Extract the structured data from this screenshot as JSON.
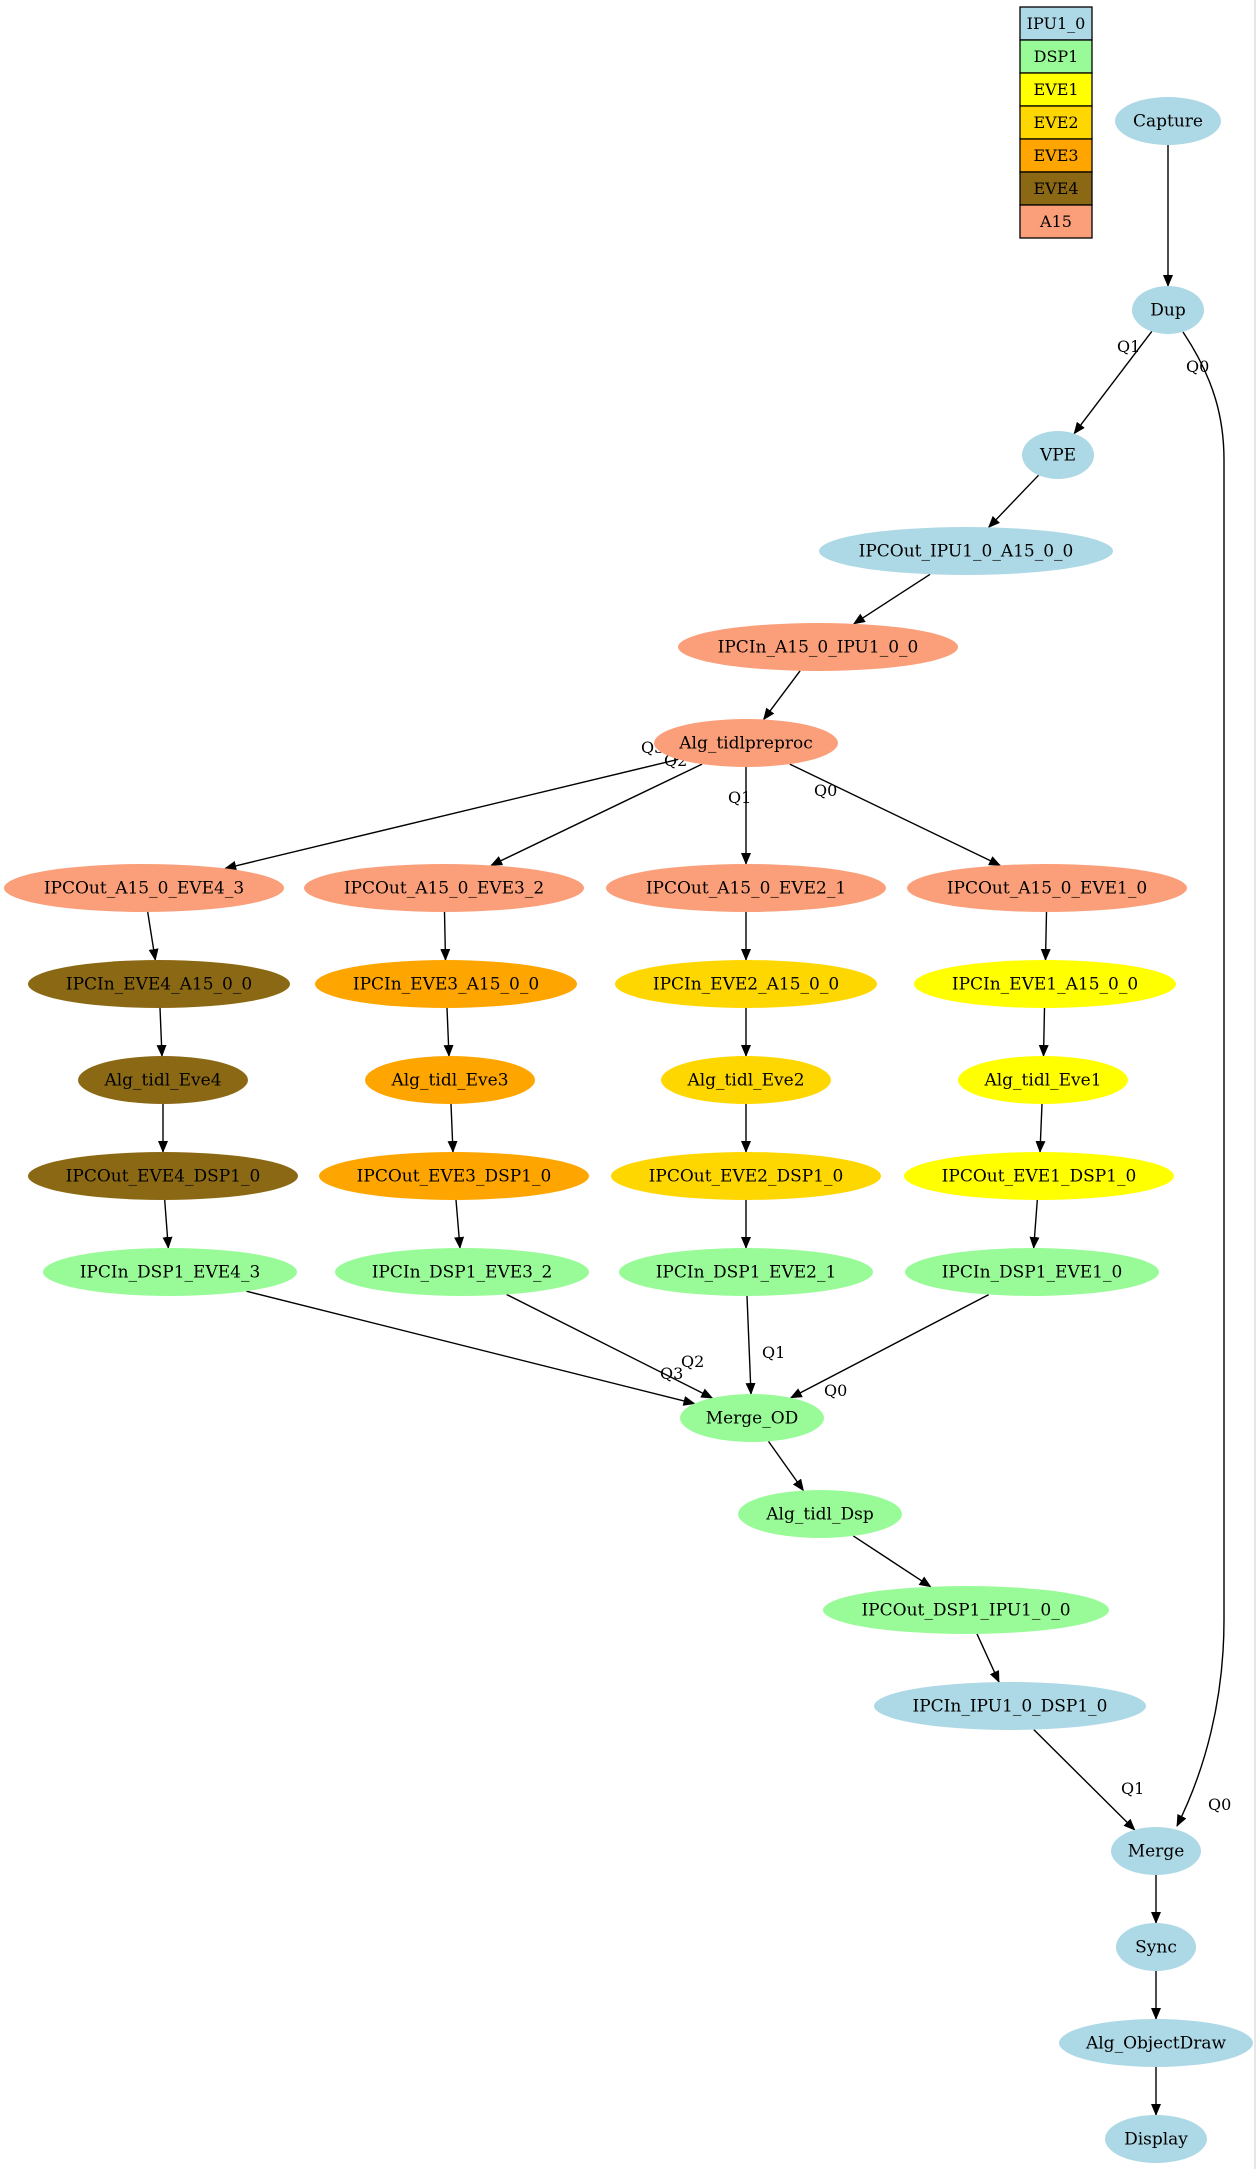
{
  "legend": [
    {
      "label": "IPU1_0",
      "color": "#add8e6"
    },
    {
      "label": "DSP1",
      "color": "#98fb98"
    },
    {
      "label": "EVE1",
      "color": "#ffff00"
    },
    {
      "label": "EVE2",
      "color": "#ffd700"
    },
    {
      "label": "EVE3",
      "color": "#ffa500"
    },
    {
      "label": "EVE4",
      "color": "#8b6914"
    },
    {
      "label": "A15",
      "color": "#fa9f7a"
    }
  ],
  "nodes": [
    {
      "id": "capture",
      "label": "Capture",
      "core": "IPU1_0"
    },
    {
      "id": "dup",
      "label": "Dup",
      "core": "IPU1_0"
    },
    {
      "id": "vpe",
      "label": "VPE",
      "core": "IPU1_0"
    },
    {
      "id": "ipcout_ipu1_a15",
      "label": "IPCOut_IPU1_0_A15_0_0",
      "core": "IPU1_0"
    },
    {
      "id": "ipcin_a15_ipu1",
      "label": "IPCIn_A15_0_IPU1_0_0",
      "core": "A15"
    },
    {
      "id": "alg_preproc",
      "label": "Alg_tidlpreproc",
      "core": "A15"
    },
    {
      "id": "ipcout_a15_eve4",
      "label": "IPCOut_A15_0_EVE4_3",
      "core": "A15"
    },
    {
      "id": "ipcout_a15_eve3",
      "label": "IPCOut_A15_0_EVE3_2",
      "core": "A15"
    },
    {
      "id": "ipcout_a15_eve2",
      "label": "IPCOut_A15_0_EVE2_1",
      "core": "A15"
    },
    {
      "id": "ipcout_a15_eve1",
      "label": "IPCOut_A15_0_EVE1_0",
      "core": "A15"
    },
    {
      "id": "ipcin_eve4",
      "label": "IPCIn_EVE4_A15_0_0",
      "core": "EVE4"
    },
    {
      "id": "ipcin_eve3",
      "label": "IPCIn_EVE3_A15_0_0",
      "core": "EVE3"
    },
    {
      "id": "ipcin_eve2",
      "label": "IPCIn_EVE2_A15_0_0",
      "core": "EVE2"
    },
    {
      "id": "ipcin_eve1",
      "label": "IPCIn_EVE1_A15_0_0",
      "core": "EVE1"
    },
    {
      "id": "alg_eve4",
      "label": "Alg_tidl_Eve4",
      "core": "EVE4"
    },
    {
      "id": "alg_eve3",
      "label": "Alg_tidl_Eve3",
      "core": "EVE3"
    },
    {
      "id": "alg_eve2",
      "label": "Alg_tidl_Eve2",
      "core": "EVE2"
    },
    {
      "id": "alg_eve1",
      "label": "Alg_tidl_Eve1",
      "core": "EVE1"
    },
    {
      "id": "ipcout_eve4",
      "label": "IPCOut_EVE4_DSP1_0",
      "core": "EVE4"
    },
    {
      "id": "ipcout_eve3",
      "label": "IPCOut_EVE3_DSP1_0",
      "core": "EVE3"
    },
    {
      "id": "ipcout_eve2",
      "label": "IPCOut_EVE2_DSP1_0",
      "core": "EVE2"
    },
    {
      "id": "ipcout_eve1",
      "label": "IPCOut_EVE1_DSP1_0",
      "core": "EVE1"
    },
    {
      "id": "ipcin_dsp1_eve4",
      "label": "IPCIn_DSP1_EVE4_3",
      "core": "DSP1"
    },
    {
      "id": "ipcin_dsp1_eve3",
      "label": "IPCIn_DSP1_EVE3_2",
      "core": "DSP1"
    },
    {
      "id": "ipcin_dsp1_eve2",
      "label": "IPCIn_DSP1_EVE2_1",
      "core": "DSP1"
    },
    {
      "id": "ipcin_dsp1_eve1",
      "label": "IPCIn_DSP1_EVE1_0",
      "core": "DSP1"
    },
    {
      "id": "merge_od",
      "label": "Merge_OD",
      "core": "DSP1"
    },
    {
      "id": "alg_dsp",
      "label": "Alg_tidl_Dsp",
      "core": "DSP1"
    },
    {
      "id": "ipcout_dsp1_ipu1",
      "label": "IPCOut_DSP1_IPU1_0_0",
      "core": "DSP1"
    },
    {
      "id": "ipcin_ipu1_dsp1",
      "label": "IPCIn_IPU1_0_DSP1_0",
      "core": "IPU1_0"
    },
    {
      "id": "merge",
      "label": "Merge",
      "core": "IPU1_0"
    },
    {
      "id": "sync",
      "label": "Sync",
      "core": "IPU1_0"
    },
    {
      "id": "alg_objdraw",
      "label": "Alg_ObjectDraw",
      "core": "IPU1_0"
    },
    {
      "id": "display",
      "label": "Display",
      "core": "IPU1_0"
    }
  ],
  "edges": [
    {
      "from": "capture",
      "to": "dup",
      "label": ""
    },
    {
      "from": "dup",
      "to": "vpe",
      "label": "Q1"
    },
    {
      "from": "dup",
      "to": "merge",
      "label": "Q0",
      "head_label": "Q0"
    },
    {
      "from": "vpe",
      "to": "ipcout_ipu1_a15",
      "label": ""
    },
    {
      "from": "ipcout_ipu1_a15",
      "to": "ipcin_a15_ipu1",
      "label": ""
    },
    {
      "from": "ipcin_a15_ipu1",
      "to": "alg_preproc",
      "label": ""
    },
    {
      "from": "alg_preproc",
      "to": "ipcout_a15_eve4",
      "label": "Q3"
    },
    {
      "from": "alg_preproc",
      "to": "ipcout_a15_eve3",
      "label": "Q2"
    },
    {
      "from": "alg_preproc",
      "to": "ipcout_a15_eve2",
      "label": "Q1"
    },
    {
      "from": "alg_preproc",
      "to": "ipcout_a15_eve1",
      "label": "Q0"
    },
    {
      "from": "ipcout_a15_eve4",
      "to": "ipcin_eve4",
      "label": ""
    },
    {
      "from": "ipcout_a15_eve3",
      "to": "ipcin_eve3",
      "label": ""
    },
    {
      "from": "ipcout_a15_eve2",
      "to": "ipcin_eve2",
      "label": ""
    },
    {
      "from": "ipcout_a15_eve1",
      "to": "ipcin_eve1",
      "label": ""
    },
    {
      "from": "ipcin_eve4",
      "to": "alg_eve4",
      "label": ""
    },
    {
      "from": "ipcin_eve3",
      "to": "alg_eve3",
      "label": ""
    },
    {
      "from": "ipcin_eve2",
      "to": "alg_eve2",
      "label": ""
    },
    {
      "from": "ipcin_eve1",
      "to": "alg_eve1",
      "label": ""
    },
    {
      "from": "alg_eve4",
      "to": "ipcout_eve4",
      "label": ""
    },
    {
      "from": "alg_eve3",
      "to": "ipcout_eve3",
      "label": ""
    },
    {
      "from": "alg_eve2",
      "to": "ipcout_eve2",
      "label": ""
    },
    {
      "from": "alg_eve1",
      "to": "ipcout_eve1",
      "label": ""
    },
    {
      "from": "ipcout_eve4",
      "to": "ipcin_dsp1_eve4",
      "label": ""
    },
    {
      "from": "ipcout_eve3",
      "to": "ipcin_dsp1_eve3",
      "label": ""
    },
    {
      "from": "ipcout_eve2",
      "to": "ipcin_dsp1_eve2",
      "label": ""
    },
    {
      "from": "ipcout_eve1",
      "to": "ipcin_dsp1_eve1",
      "label": ""
    },
    {
      "from": "ipcin_dsp1_eve4",
      "to": "merge_od",
      "label": "Q3"
    },
    {
      "from": "ipcin_dsp1_eve3",
      "to": "merge_od",
      "label": "Q2"
    },
    {
      "from": "ipcin_dsp1_eve2",
      "to": "merge_od",
      "label": "Q1"
    },
    {
      "from": "ipcin_dsp1_eve1",
      "to": "merge_od",
      "label": "Q0"
    },
    {
      "from": "merge_od",
      "to": "alg_dsp",
      "label": ""
    },
    {
      "from": "alg_dsp",
      "to": "ipcout_dsp1_ipu1",
      "label": ""
    },
    {
      "from": "ipcout_dsp1_ipu1",
      "to": "ipcin_ipu1_dsp1",
      "label": ""
    },
    {
      "from": "ipcin_ipu1_dsp1",
      "to": "merge",
      "label": "Q1"
    },
    {
      "from": "merge",
      "to": "sync",
      "label": ""
    },
    {
      "from": "sync",
      "to": "alg_objdraw",
      "label": ""
    },
    {
      "from": "alg_objdraw",
      "to": "display",
      "label": ""
    }
  ]
}
